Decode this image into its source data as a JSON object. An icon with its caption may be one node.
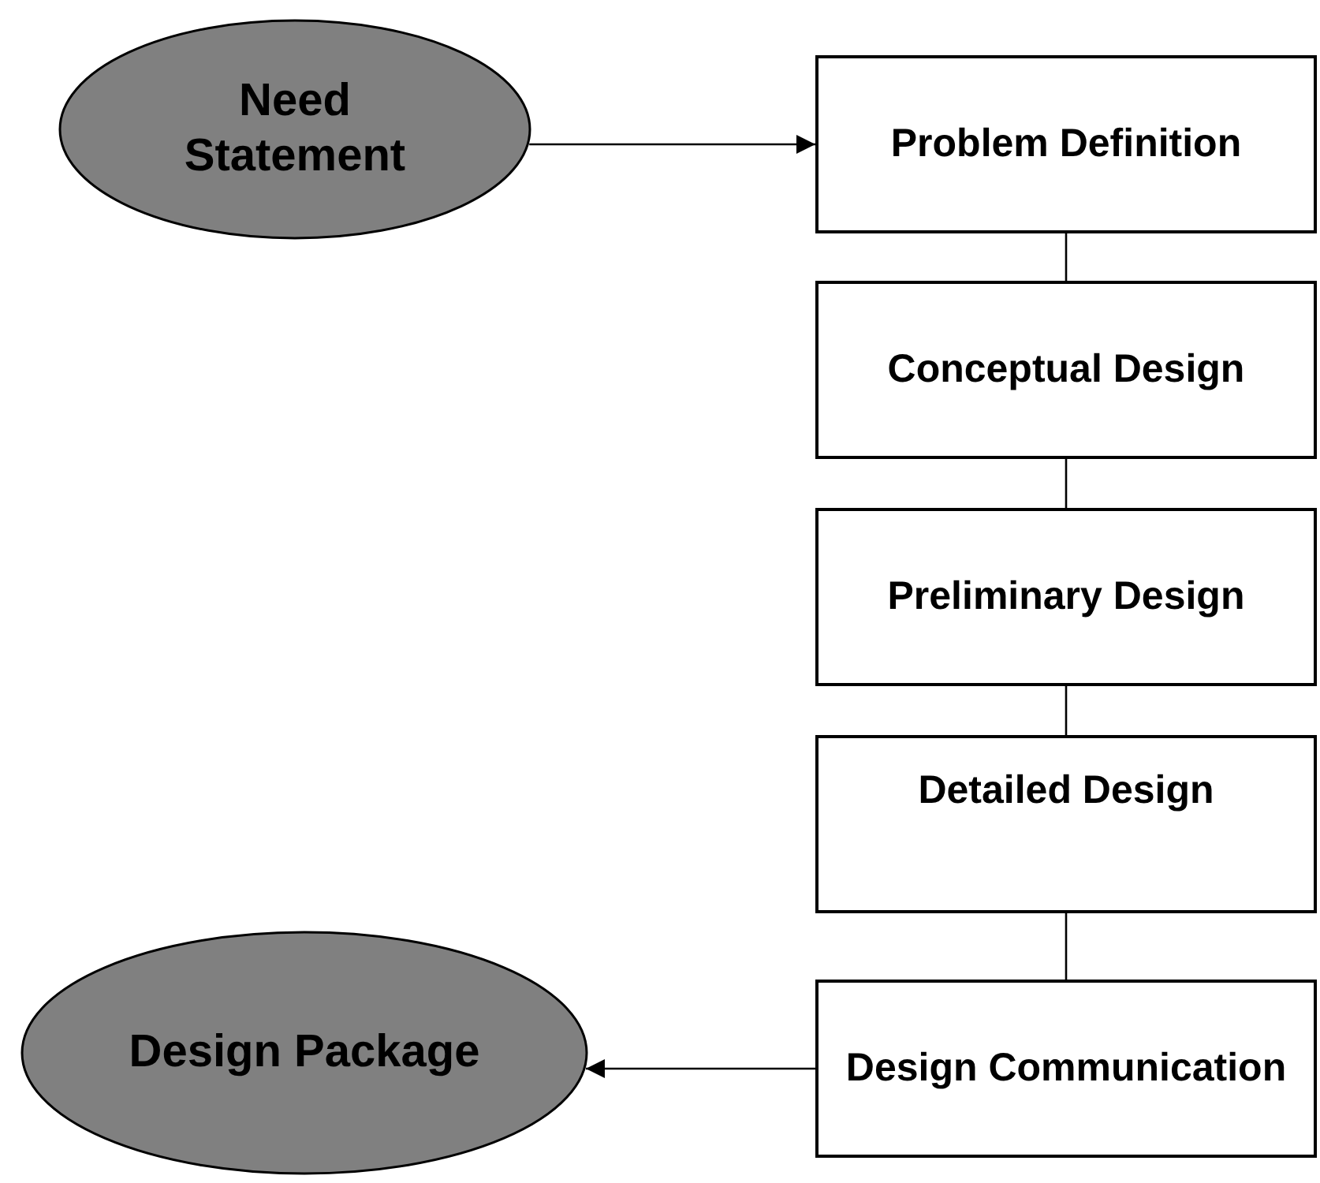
{
  "diagram": {
    "nodes": [
      {
        "text": [
          "Need Statement"
        ]
      },
      {
        "text": [
          "Problem Definition"
        ]
      },
      {
        "text": [
          "Conceptual Design"
        ]
      },
      {
        "text": [
          "Preliminary Design"
        ]
      },
      {
        "text": [
          "Detailed Design"
        ]
      },
      {
        "text": [
          "Design Package"
        ]
      },
      {
        "text": [
          "Design Communication"
        ]
      }
    ],
    "edges": [
      {
        "from": 0,
        "to": 1,
        "arrow": "to"
      },
      {
        "from": 1,
        "to": 2,
        "arrow": "none"
      },
      {
        "from": 2,
        "to": 3,
        "arrow": "none"
      },
      {
        "from": 3,
        "to": 4,
        "arrow": "none"
      },
      {
        "from": 4,
        "to": 6,
        "arrow": "none"
      },
      {
        "from": 6,
        "to": 5,
        "arrow": "to"
      }
    ]
  }
}
